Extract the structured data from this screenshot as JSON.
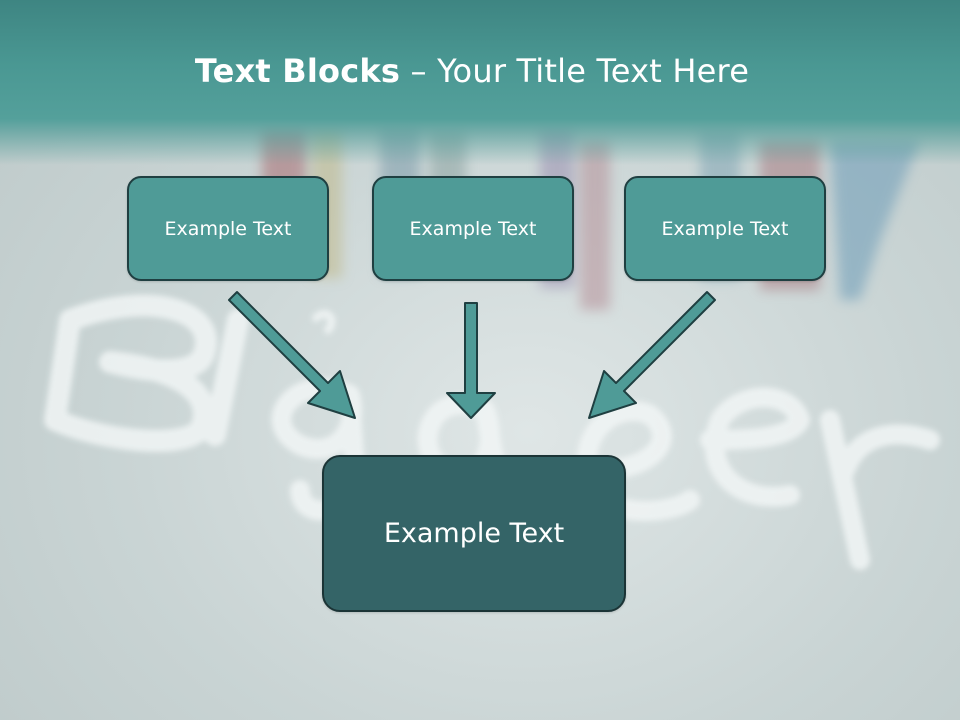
{
  "slide": {
    "title_bold": "Text Blocks",
    "title_dash": "–",
    "title_rest": "Your Title Text Here"
  },
  "boxes": {
    "top_1": "Example Text",
    "top_2": "Example Text",
    "top_3": "Example Text",
    "bottom": "Example Text"
  },
  "colors": {
    "header": "#4a9893",
    "box_fill": "#4f9b97",
    "bottom_box_fill": "#346467",
    "box_border": "#1f3f41",
    "arrow_fill": "#4f9b97"
  }
}
